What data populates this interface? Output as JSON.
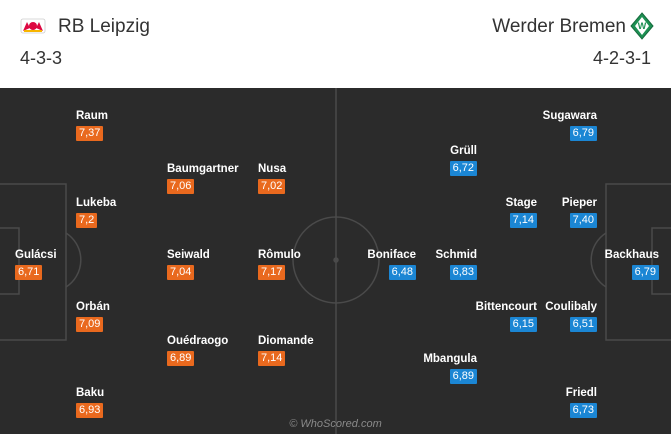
{
  "home": {
    "name": "RB Leipzig",
    "formation": "4-3-3",
    "logo_icon": "rb-leipzig-crest-icon",
    "rating_color": "#e9691e",
    "players": [
      {
        "name": "Raum",
        "rating": "7,37"
      },
      {
        "name": "Baumgartner",
        "rating": "7,06"
      },
      {
        "name": "Nusa",
        "rating": "7,02"
      },
      {
        "name": "Lukeba",
        "rating": "7,2"
      },
      {
        "name": "Gulácsi",
        "rating": "6,71"
      },
      {
        "name": "Seiwald",
        "rating": "7,04"
      },
      {
        "name": "Rômulo",
        "rating": "7,17"
      },
      {
        "name": "Orbán",
        "rating": "7,09"
      },
      {
        "name": "Ouédraogo",
        "rating": "6,89"
      },
      {
        "name": "Diomande",
        "rating": "7,14"
      },
      {
        "name": "Baku",
        "rating": "6,93"
      }
    ]
  },
  "away": {
    "name": "Werder Bremen",
    "formation": "4-2-3-1",
    "logo_icon": "werder-bremen-crest-icon",
    "rating_color": "#1b86d4",
    "players": [
      {
        "name": "Sugawara",
        "rating": "6,79"
      },
      {
        "name": "Grüll",
        "rating": "6,72"
      },
      {
        "name": "Stage",
        "rating": "7,14"
      },
      {
        "name": "Pieper",
        "rating": "7,40"
      },
      {
        "name": "Boniface",
        "rating": "6,48"
      },
      {
        "name": "Schmid",
        "rating": "6,83"
      },
      {
        "name": "Backhaus",
        "rating": "6,79"
      },
      {
        "name": "Bittencourt",
        "rating": "6,15"
      },
      {
        "name": "Coulibaly",
        "rating": "6,51"
      },
      {
        "name": "Mbangula",
        "rating": "6,89"
      },
      {
        "name": "Friedl",
        "rating": "6,73"
      }
    ]
  },
  "pitch": {
    "background": "#2b2b2b",
    "line_color": "#4a4a4a",
    "watermark": "© WhoScored.com"
  }
}
